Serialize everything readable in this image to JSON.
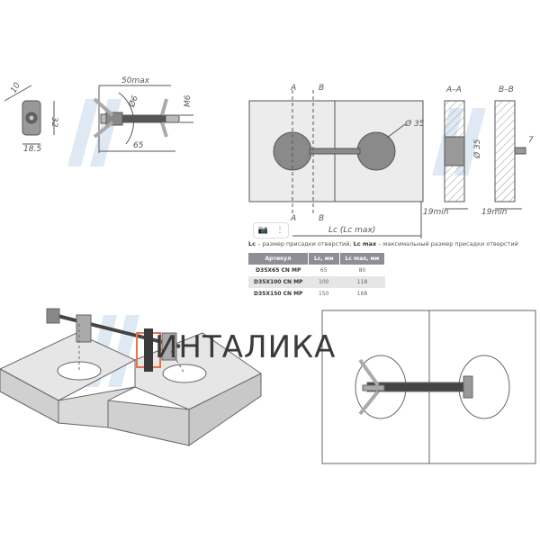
{
  "drawing_top_left": {
    "dims": {
      "width_top": "10",
      "height": "32",
      "width_bottom": "18.5",
      "max_length": "50max",
      "diameter": "Ø6",
      "thread": "M6",
      "length": "65"
    }
  },
  "drawing_top_right": {
    "section_marks": [
      "A",
      "B",
      "A",
      "B"
    ],
    "hole_diameter": "Ø 35",
    "section_aa": "A–A",
    "section_bb": "B–B",
    "section_diameter": "Ø 35",
    "slot_width": "7",
    "min_depth_a": "19min",
    "min_depth_b": "19min",
    "length_label": "Lc (Lc max)"
  },
  "toolbar": {
    "camera_icon": "camera-icon",
    "more_icon": "more-vertical-icon"
  },
  "caption": {
    "lc_term": "Lc",
    "lc_text": " – размер присадки отверстий, ",
    "lcmax_term": "Lc max",
    "lcmax_text": " – максимальный размер присадки отверстий"
  },
  "table": {
    "headers": [
      "Артикул",
      "Lc, мм",
      "Lc max, мм"
    ],
    "rows": [
      [
        "D35X65 CN MP",
        "65",
        "80"
      ],
      [
        "D35X100 CN MP",
        "100",
        "118"
      ],
      [
        "D35X150 CN MP",
        "150",
        "168"
      ]
    ]
  },
  "logo": {
    "text": "ИНТАЛИКА",
    "accent": "#e8734a"
  },
  "colors": {
    "line": "#555555",
    "board_fill": "#ececec",
    "hole_fill": "#8a8a8a",
    "watermark": "#dde8f3"
  }
}
